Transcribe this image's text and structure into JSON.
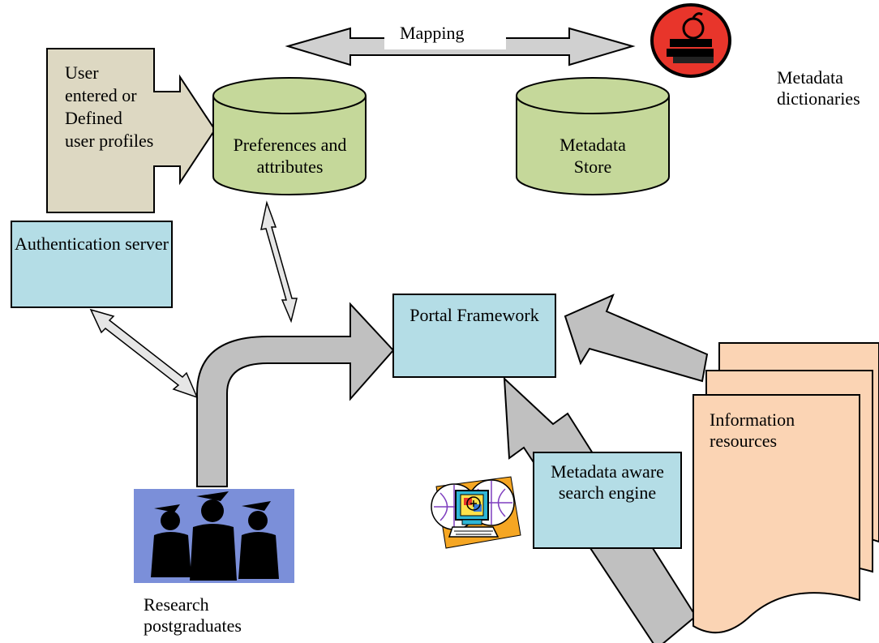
{
  "diagram": {
    "mapping_label": "Mapping",
    "metadata_dictionaries_label": "Metadata dictionaries",
    "user_profiles_label": "User entered or Defined user profiles",
    "preferences_label": "Preferences and attributes",
    "metadata_store_label": "Metadata Store",
    "authentication_server_label": "Authentication server",
    "portal_framework_label": "Portal Framework",
    "information_resources_label": "Information resources",
    "search_engine_label": "Metadata aware search engine",
    "research_postgraduates_label": "Research postgraduates",
    "icons": [
      "books-apple-icon",
      "graduates-silhouette-icon",
      "computer-globe-icon"
    ],
    "colors": {
      "cylinder_fill": "#c5d89a",
      "user_profile_fill": "#ddd8c2",
      "blue_box_fill": "#b4dde6",
      "resources_fill": "#fbd4b4",
      "arrow_fill": "#c0c0c0",
      "graduates_bg": "#7b8fd9",
      "books_circle": "#e8352b"
    }
  }
}
